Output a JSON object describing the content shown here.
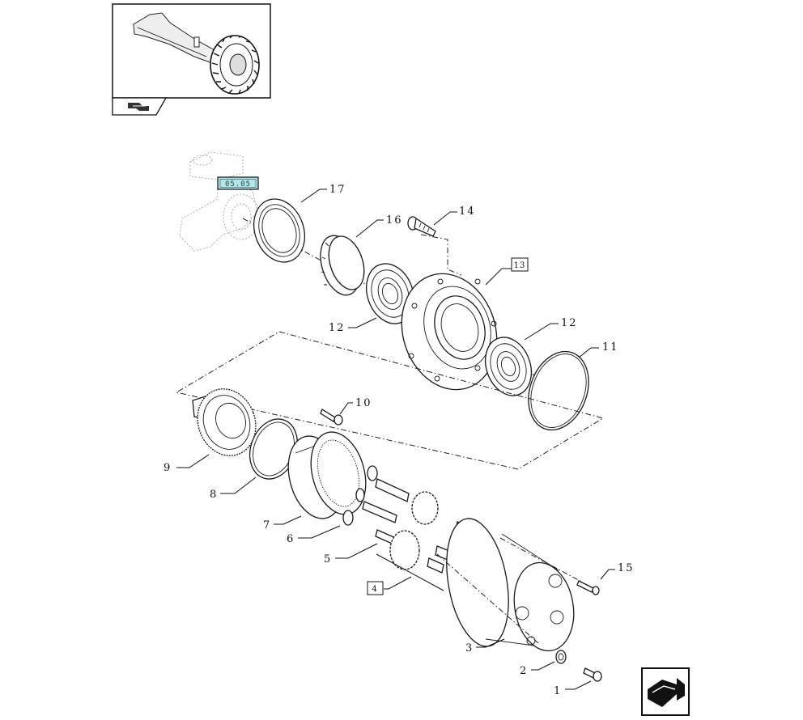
{
  "figure": {
    "reference_tag": "05.05",
    "callouts": [
      {
        "id": "c17",
        "text": "17"
      },
      {
        "id": "c16",
        "text": "16"
      },
      {
        "id": "c14",
        "text": "14"
      },
      {
        "id": "c13",
        "text": "13"
      },
      {
        "id": "c12a",
        "text": "12"
      },
      {
        "id": "c12b",
        "text": "12"
      },
      {
        "id": "c11",
        "text": "11"
      },
      {
        "id": "c10",
        "text": "10"
      },
      {
        "id": "c9",
        "text": "9"
      },
      {
        "id": "c8",
        "text": "8"
      },
      {
        "id": "c7",
        "text": "7"
      },
      {
        "id": "c6",
        "text": "6"
      },
      {
        "id": "c5",
        "text": "5"
      },
      {
        "id": "c4",
        "text": "4"
      },
      {
        "id": "c3",
        "text": "3"
      },
      {
        "id": "c2",
        "text": "2"
      },
      {
        "id": "c15",
        "text": "15"
      },
      {
        "id": "c1",
        "text": "1"
      }
    ]
  },
  "icons": {
    "thumbnail": "tractor-axle-wheel-icon",
    "thumbnail_badge": "book-arrow-icon",
    "nav_button": "return-arrow-icon"
  }
}
